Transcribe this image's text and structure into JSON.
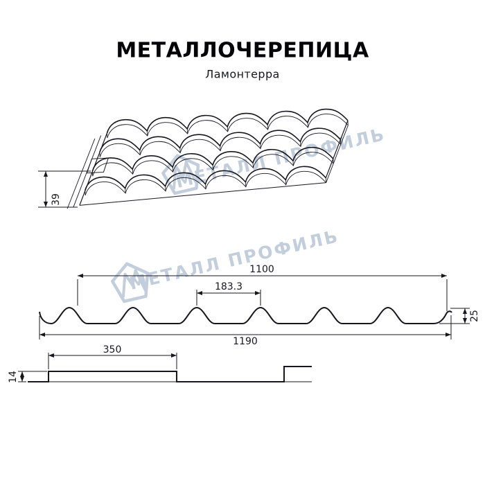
{
  "header": {
    "title": "МЕТАЛЛОЧЕРЕПИЦА",
    "subtitle": "Ламонтерра"
  },
  "watermark": {
    "text": "МЕТАЛЛ ПРОФИЛЬ",
    "color": "#c3cedd"
  },
  "drawing": {
    "perspective": {
      "height_label": "39"
    },
    "cross_section": {
      "cover_width": "1100",
      "wave_pitch": "183.3",
      "wave_height": "25",
      "full_width": "1190"
    },
    "side_profile": {
      "module_length": "350",
      "step_height": "14"
    }
  },
  "colors": {
    "line": "#16161f",
    "watermark": "#c3cedd"
  }
}
